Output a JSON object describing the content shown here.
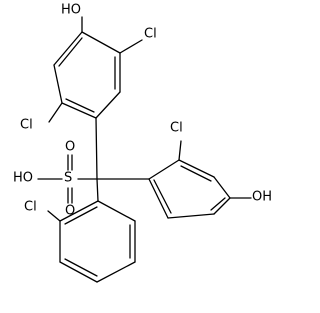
{
  "labels": {
    "oh_top": "HO",
    "cl_top_right": "Cl",
    "cl_ring_left": "Cl",
    "cl_upper_right": "Cl",
    "oh_right": "OH",
    "oh_sulfonic": "HO",
    "sulfur": "S",
    "oxygen_top": "O",
    "oxygen_bottom": "O",
    "cl_bottom": "Cl"
  },
  "colors": {
    "bond": "#000000",
    "text": "#000000",
    "background": "#ffffff"
  }
}
